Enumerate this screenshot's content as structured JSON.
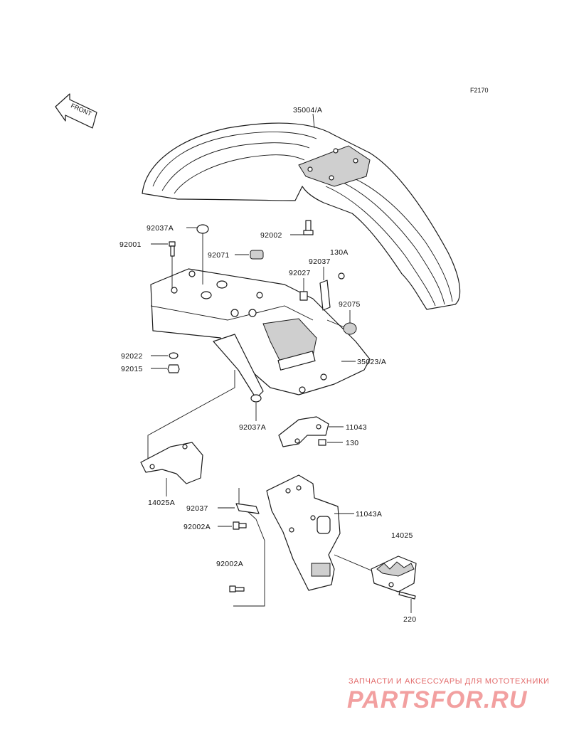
{
  "diagram_code": "F2170",
  "front_label": "FRONT",
  "parts": {
    "p35004A": "35004/A",
    "p92037A_top": "92037A",
    "p92002_top": "92002",
    "p92001": "92001",
    "p92071": "92071",
    "p130A": "130A",
    "p92037_top": "92037",
    "p92027": "92027",
    "p92075": "92075",
    "p92022": "92022",
    "p92015": "92015",
    "p35023A": "35023/A",
    "p92037A_bottom": "92037A",
    "p11043": "11043",
    "p130": "130",
    "p14025A": "14025A",
    "p92037_bottom": "92037",
    "p11043A": "11043A",
    "p92002A_a": "92002A",
    "p14025": "14025",
    "p92002A_b": "92002A",
    "p220": "220"
  },
  "watermark": {
    "tagline": "ЗАПЧАСТИ И АКСЕССУАРЫ ДЛЯ МОТОТЕХНИКИ",
    "brand": "PARTSFOR.RU"
  },
  "colors": {
    "line": "#1a1a1a",
    "watermark": "#e36b6b"
  }
}
